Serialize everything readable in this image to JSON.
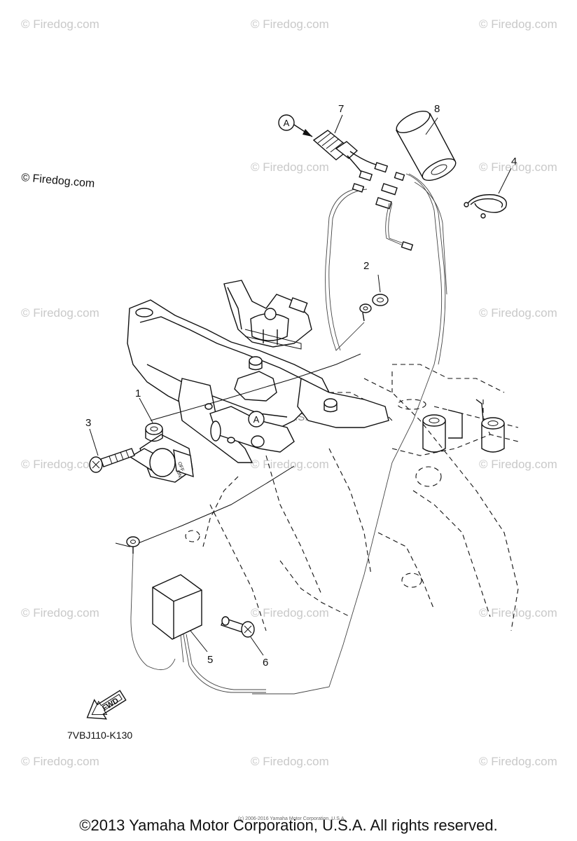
{
  "watermark": "© Firedog.com",
  "center_watermark": "Yamaha Motor Corp. U.S.A.",
  "small_print": "(c) 2006-2016 Yamaha Motor Corporation, U.S.A.",
  "reference_label": "A",
  "fwd_label": "FWD",
  "switch_off": "OFF",
  "switch_on": "ON",
  "part_code": "7VBJ110-K130",
  "copyright": "©2013 Yamaha Motor Corporation, U.S.A. All rights reserved.",
  "callouts": [
    "1",
    "2",
    "3",
    "4",
    "5",
    "6",
    "7",
    "8"
  ]
}
